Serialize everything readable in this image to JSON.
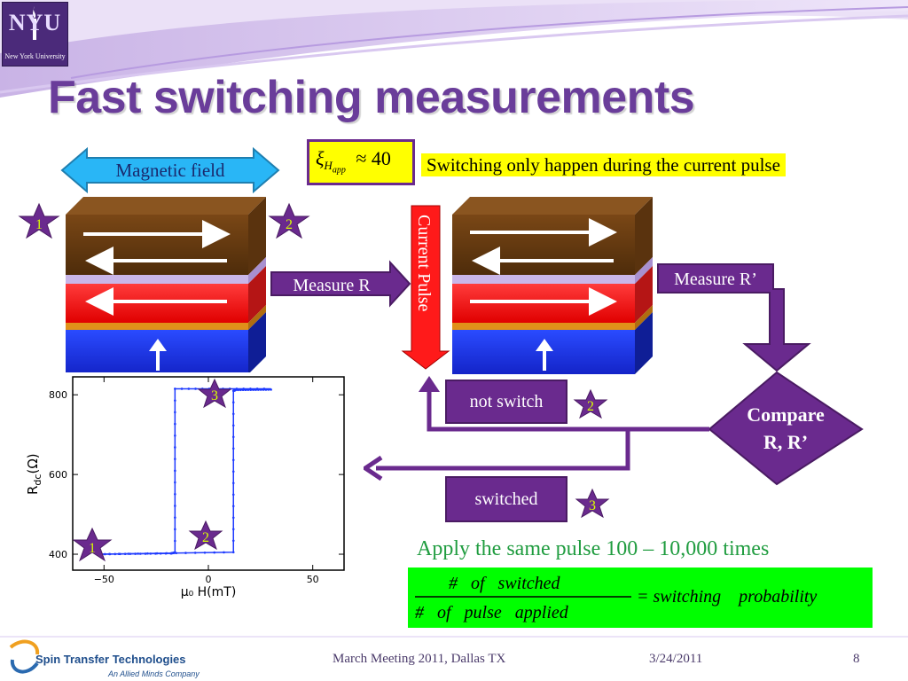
{
  "header": {
    "title": "Fast switching measurements",
    "logo_caption": "New York University",
    "logo_letters": "NYU"
  },
  "labels": {
    "magnetic_field": "Magnetic field",
    "xi_expr": "ξ",
    "xi_sub": "H",
    "xi_subsub": "app",
    "xi_value": "≈ 40",
    "note": "Switching only happen during the current pulse",
    "current_pulse": "Current Pulse",
    "measure_r": "Measure R",
    "measure_r_prime": "Measure R’",
    "compare_line1": "Compare",
    "compare_line2": "R, R’",
    "not_switch": "not switch",
    "switched": "switched",
    "apply": "Apply  the same pulse 100 – 10,000 times"
  },
  "formula": {
    "numerator": "#   of   switched",
    "denominator": "#   of   pulse   applied",
    "rhs": "= switching    probability"
  },
  "stars": {
    "s1_left": "1",
    "s2_top": "2",
    "s3_plot": "3",
    "s2_plot": "2",
    "s1_plot": "1",
    "s2_flow": "2",
    "s3_flow": "3"
  },
  "plot": {
    "ylabel_main": "R",
    "ylabel_sub": "dc",
    "ylabel_unit": "(Ω)",
    "xlabel": "μ₀ H(mT)",
    "yticks": [
      "800",
      "600",
      "400"
    ],
    "xticks": [
      "−50",
      "0",
      "50"
    ]
  },
  "chart_data": {
    "type": "line",
    "title": "",
    "xlabel": "μ₀ H(mT)",
    "ylabel": "Rdc(Ω)",
    "xlim": [
      -65,
      65
    ],
    "ylim": [
      360,
      845
    ],
    "series": [
      {
        "x": [
          -52,
          -18,
          -16,
          -16,
          30
        ],
        "y": [
          400,
          402,
          404,
          815,
          815
        ]
      },
      {
        "x": [
          30,
          13,
          12,
          12,
          -52
        ],
        "y": [
          813,
          812,
          810,
          405,
          400
        ]
      }
    ]
  },
  "footer": {
    "company": "Spin Transfer Technologies",
    "company_sub": "An Allied Minds Company",
    "meeting": "March Meeting 2011, Dallas TX",
    "date": "3/24/2011",
    "page": "8"
  },
  "colors": {
    "title": "#6a3d9a",
    "purple": "#6a2a8e",
    "brown": "#6b3d12",
    "red": "#ff2a2a",
    "blue": "#1f3bff",
    "cyan_arrow": "#29b6f6",
    "green_box": "#00ff00",
    "yellow": "#ffff00"
  }
}
